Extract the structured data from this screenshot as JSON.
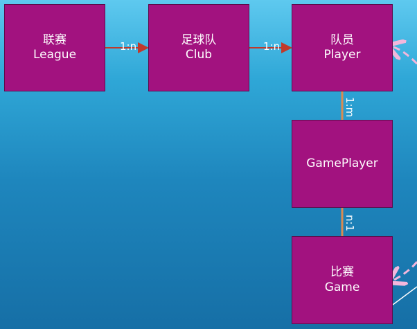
{
  "entities": {
    "league": {
      "zh": "联赛",
      "en": "League"
    },
    "club": {
      "zh": "足球队",
      "en": "Club"
    },
    "player": {
      "zh": "队员",
      "en": "Player"
    },
    "gameplayer": {
      "en": "GamePlayer"
    },
    "game": {
      "zh": "比赛",
      "en": "Game"
    }
  },
  "relations": {
    "league_club": "1:n",
    "club_player": "1:n",
    "player_gameplayer": "1:m",
    "gameplayer_game": "n:1"
  },
  "colors": {
    "box_fill": "#a2127f",
    "arrow_red": "#c0392b",
    "connector_orange": "#d98b52",
    "dash_pink": "#f3b7dc"
  }
}
